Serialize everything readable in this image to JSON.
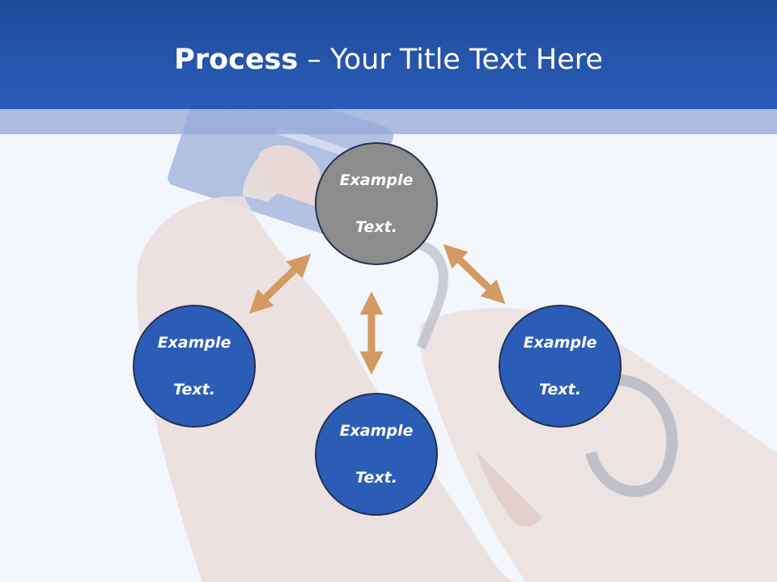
{
  "header": {
    "title_bold": "Process",
    "title_separator": " – ",
    "title_rest": "Your Title Text Here"
  },
  "nodes": {
    "top": {
      "line1": "Example",
      "line2": "Text."
    },
    "left": {
      "line1": "Example",
      "line2": "Text."
    },
    "bottom": {
      "line1": "Example",
      "line2": "Text."
    },
    "right": {
      "line1": "Example",
      "line2": "Text."
    }
  },
  "colors": {
    "header_blue": "#2a5db8",
    "node_blue": "#2c5db6",
    "node_gray": "#8c8c8c",
    "arrow_tan": "#d39a62"
  }
}
